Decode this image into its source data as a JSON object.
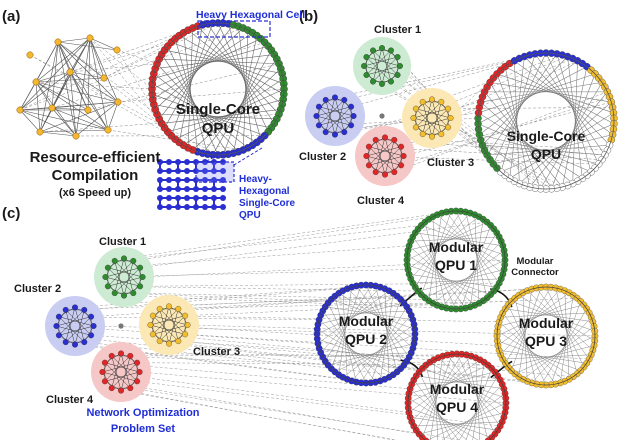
{
  "panels": {
    "a": "(a)",
    "b": "(b)",
    "c": "(c)"
  },
  "panel_a": {
    "heavy_hex_cell": "Heavy Hexagonal Cell",
    "qpu_label_line1": "Single-Core",
    "qpu_label_line2": "QPU",
    "compile_line1": "Resource-efficient",
    "compile_line2": "Compilation",
    "compile_line3": "(x6 Speed up)",
    "hh_line1": "Heavy-",
    "hh_line2": "Hexagonal",
    "hh_line3": "Single-Core",
    "hh_line4": "QPU"
  },
  "panel_b": {
    "cluster1": "Cluster 1",
    "cluster2": "Cluster 2",
    "cluster3": "Cluster 3",
    "cluster4": "Cluster 4",
    "qpu_line1": "Single-Core",
    "qpu_line2": "QPU"
  },
  "panel_c": {
    "cluster1": "Cluster 1",
    "cluster2": "Cluster 2",
    "cluster3": "Cluster 3",
    "cluster4": "Cluster 4",
    "problem_line1": "Network Optimization",
    "problem_line2": "Problem Set",
    "modular_connector_line1": "Modular",
    "modular_connector_line2": "Connector",
    "qpu1_line1": "Modular",
    "qpu1_line2": "QPU 1",
    "qpu2_line1": "Modular",
    "qpu2_line2": "QPU 2",
    "qpu3_line1": "Modular",
    "qpu3_line2": "QPU 3",
    "qpu4_line1": "Modular",
    "qpu4_line2": "QPU 4"
  },
  "colors": {
    "green": "#2e8b2e",
    "blue": "#2a2fd0",
    "red": "#e02626",
    "yellow": "#f2bd2e",
    "node_orange": "#f4b731",
    "cluster_green_bg": "#cdebd3",
    "cluster_blue_bg": "#c9cdf2",
    "cluster_red_bg": "#f6c7c7",
    "cluster_yellow_bg": "#fbe8b5",
    "label_blue": "#1f2ed6"
  }
}
